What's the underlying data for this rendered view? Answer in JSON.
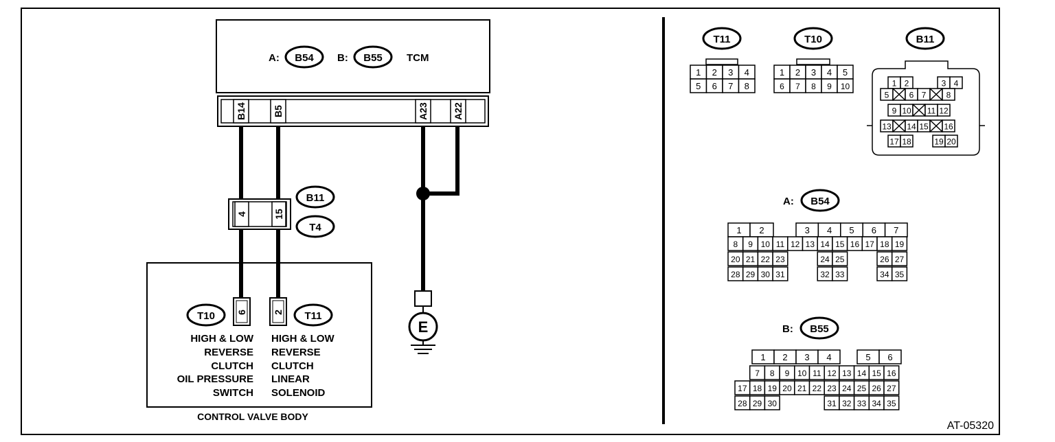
{
  "tcm": {
    "prefix_a": "A:",
    "conn_a": "B54",
    "prefix_b": "B:",
    "conn_b": "B55",
    "label": "TCM",
    "pins": [
      "B14",
      "B5",
      "A23",
      "A22"
    ]
  },
  "junction": {
    "upper": "B11",
    "lower": "T4",
    "pins": [
      "4",
      "15"
    ]
  },
  "cvb": {
    "label": "CONTROL VALVE BODY",
    "left_conn": "T10",
    "left_pin": "6",
    "right_conn": "T11",
    "right_pin": "2",
    "left_lines": [
      "HIGH & LOW",
      "REVERSE",
      "CLUTCH",
      "OIL PRESSURE",
      "SWITCH"
    ],
    "right_lines": [
      "HIGH & LOW",
      "REVERSE",
      "CLUTCH",
      "LINEAR",
      "SOLENOID"
    ]
  },
  "ground": {
    "label": "E"
  },
  "right_panel": {
    "t11": {
      "name": "T11",
      "row1": [
        "1",
        "2",
        "3",
        "4"
      ],
      "row2": [
        "5",
        "6",
        "7",
        "8"
      ]
    },
    "t10": {
      "name": "T10",
      "row1": [
        "1",
        "2",
        "3",
        "4",
        "5"
      ],
      "row2": [
        "6",
        "7",
        "8",
        "9",
        "10"
      ]
    },
    "b11": {
      "name": "B11",
      "r1": [
        "1",
        "2",
        "3",
        "4"
      ],
      "r2": [
        "5",
        "6",
        "7",
        "8"
      ],
      "r3": [
        "9",
        "10",
        "11",
        "12"
      ],
      "r4": [
        "13",
        "14",
        "15",
        "16"
      ],
      "r5": [
        "17",
        "18",
        "19",
        "20"
      ]
    },
    "b54": {
      "prefix": "A:",
      "name": "B54",
      "r1": [
        "1",
        "2",
        "3",
        "4",
        "5",
        "6",
        "7"
      ],
      "r2": [
        "8",
        "9",
        "10",
        "11",
        "12",
        "13",
        "14",
        "15",
        "16",
        "17",
        "18",
        "19"
      ],
      "r3": [
        "20",
        "21",
        "22",
        "23",
        "24",
        "25",
        "26",
        "27"
      ],
      "r4": [
        "28",
        "29",
        "30",
        "31",
        "32",
        "33",
        "34",
        "35"
      ]
    },
    "b55": {
      "prefix": "B:",
      "name": "B55",
      "r1": [
        "1",
        "2",
        "3",
        "4",
        "5",
        "6"
      ],
      "r2": [
        "7",
        "8",
        "9",
        "10",
        "11",
        "12",
        "13",
        "14",
        "15",
        "16"
      ],
      "r3": [
        "17",
        "18",
        "19",
        "20",
        "21",
        "22",
        "23",
        "24",
        "25",
        "26",
        "27"
      ],
      "r4": [
        "28",
        "29",
        "30",
        "31",
        "32",
        "33",
        "34",
        "35"
      ]
    }
  },
  "figure_id": "AT-05320"
}
